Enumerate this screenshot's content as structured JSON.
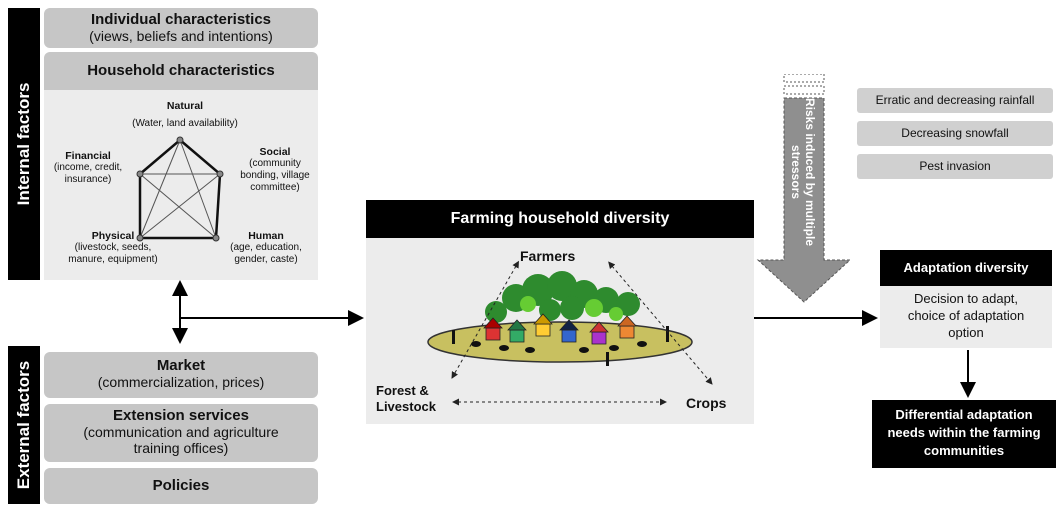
{
  "sidebar": {
    "internal_label": "Internal factors",
    "external_label": "External factors"
  },
  "internal": {
    "individual": {
      "title": "Individual characteristics",
      "subtitle": "(views, beliefs and intentions)"
    },
    "household": {
      "title": "Household characteristics"
    },
    "capitals": {
      "natural": {
        "title": "Natural",
        "detail": "(Water, land availability)"
      },
      "social": {
        "title": "Social",
        "detail": [
          "(community",
          "bonding, village",
          "committee)"
        ]
      },
      "financial": {
        "title": "Financial",
        "detail": [
          "(income, credit,",
          "insurance)"
        ]
      },
      "physical": {
        "title": "Physical",
        "detail": [
          "(livestock, seeds,",
          "manure, equipment)"
        ]
      },
      "human": {
        "title": "Human",
        "detail": [
          "(age, education,",
          "gender, caste)"
        ]
      }
    }
  },
  "external": {
    "market": {
      "title": "Market",
      "subtitle": "(commercialization, prices)"
    },
    "extension": {
      "title": "Extension services",
      "subtitle_line1": "(communication and agriculture",
      "subtitle_line2": "training offices)"
    },
    "policies": {
      "title": "Policies"
    }
  },
  "center": {
    "title": "Farming household diversity",
    "farmers": "Farmers",
    "forest_line1": "Forest &",
    "forest_line2": "Livestock",
    "crops": "Crops"
  },
  "risks": {
    "arrow_label_line1": "Risks induced by multiple",
    "arrow_label_line2": "stressors",
    "items": [
      "Erratic and decreasing rainfall",
      "Decreasing snowfall",
      "Pest invasion"
    ]
  },
  "adaptation": {
    "title": "Adaptation diversity",
    "decision_line1": "Decision to adapt,",
    "decision_line2": "choice of adaptation",
    "decision_line3": "option",
    "needs_line1": "Differential adaptation",
    "needs_line2": "needs within the farming",
    "needs_line3": "communities"
  },
  "colors": {
    "panel_grey": "#c6c6c6",
    "panel_light": "#ececec",
    "black": "#000000",
    "field": "#c8c060"
  }
}
